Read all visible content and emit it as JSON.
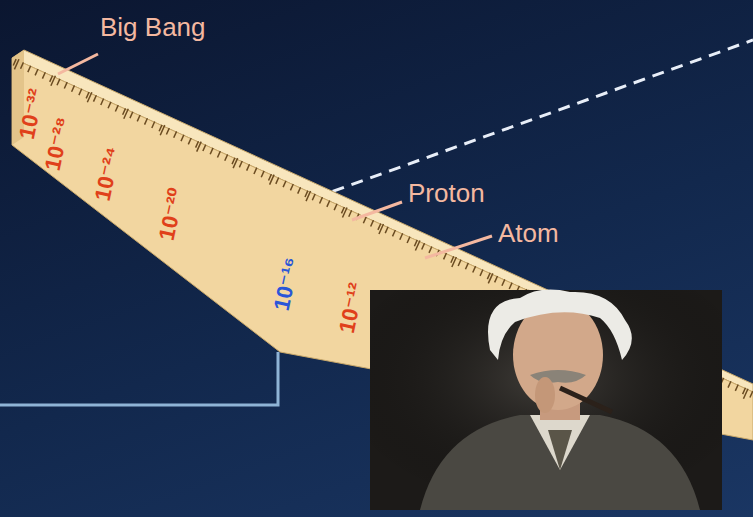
{
  "diagram": {
    "labels": [
      "Big Bang",
      "10⁻³²",
      "10⁻²⁸",
      "10⁻²⁴",
      "10⁻²⁰",
      "10⁻¹⁶",
      "Proton",
      "Atom",
      "10⁻¹²"
    ]
  }
}
